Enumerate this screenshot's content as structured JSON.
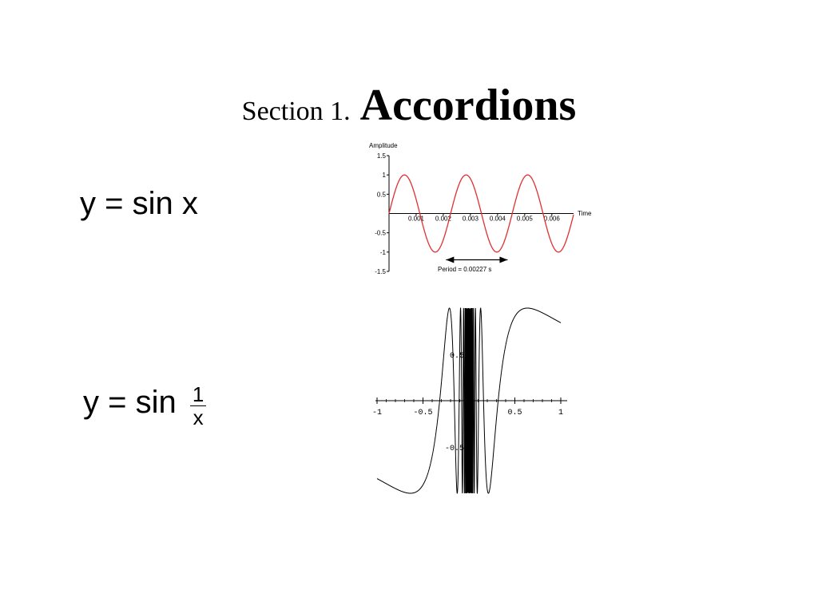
{
  "slide": {
    "title_prefix": "Section 1.",
    "title_main": "Accordions"
  },
  "formulas": {
    "first": "y = sin x",
    "second_lhs": "y = sin",
    "second_num": "1",
    "second_den": "x"
  },
  "chart_data": [
    {
      "type": "line",
      "function": "y = sin(2*pi*t/0.00227)",
      "ylabel": "Amplitude",
      "xlabel": "Time",
      "xlim": [
        0,
        0.0068
      ],
      "ylim": [
        -1.5,
        1.5
      ],
      "x_ticks": [
        "0.001",
        "0.002",
        "0.003",
        "0.004",
        "0.005",
        "0.006"
      ],
      "y_ticks": [
        "1.5",
        "1",
        "0.5",
        "-0.5",
        "-1",
        "-1.5"
      ],
      "period": 0.00227,
      "annotation": "Period = 0.00227 s",
      "series_color": "#e03030"
    },
    {
      "type": "line",
      "function": "y = sin(1/x)",
      "xlim": [
        -1,
        1
      ],
      "ylim": [
        -1,
        1
      ],
      "x_ticks": [
        "-1",
        "-0.5",
        "0.5",
        "1"
      ],
      "y_ticks": [
        "0.5",
        "-0.5"
      ],
      "series_color": "#000000"
    }
  ]
}
